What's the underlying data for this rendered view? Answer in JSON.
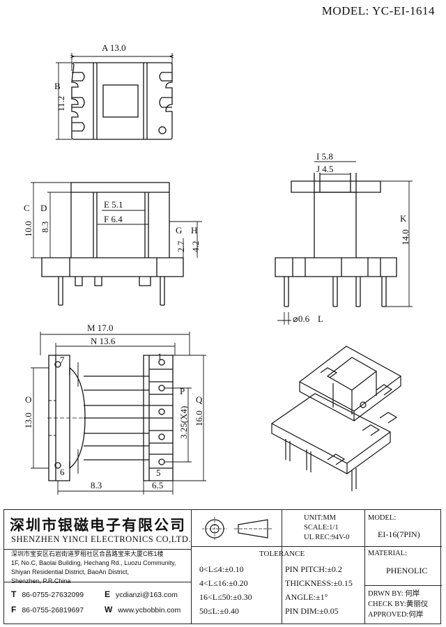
{
  "model": "MODEL: YC-EI-1614",
  "dims": {
    "A": "A 13.0",
    "B": "B",
    "B_val": "11.2",
    "C": "C",
    "C_val": "10.0",
    "D": "D",
    "D_val": "8.3",
    "E": "E 5.1",
    "F": "F 6.4",
    "G": "G",
    "G_val": "2.7",
    "H": "H",
    "H_val": "4.2",
    "I": "I 5.8",
    "J": "J 4.5",
    "K": "K",
    "K_val": "14.0",
    "L_val": "⌀0.6",
    "L": "L",
    "M": "M 17.0",
    "N": "N 13.6",
    "O": "O",
    "O_val": "13.0",
    "P": "P",
    "P_val": "3.25(X4)",
    "Q": "Q",
    "Q_val": "16.0",
    "bottom_left": "8.3",
    "bottom_right": "6.5",
    "pin1": "1",
    "pin5": "5",
    "pin6": "6",
    "pin7": "7"
  },
  "titleblock": {
    "company_cn": "深圳市银磁电子有限公司",
    "company_en": "SHENZHEN YINCI ELECTRONICS CO,LTD.",
    "address_lines": [
      "深圳市宝安区石岩街道罗租社区合昌路宝来大厦C栋1楼",
      "1F, No.C, Baolai Building, Hechang Rd., Luozu Community,",
      "Shiyan Residential District, BaoAn District,",
      "Shenzhen, P.R.China"
    ],
    "tel_label": "T",
    "tel": "86-0755-27632099",
    "fax_label": "F",
    "fax": "86-0755-26819697",
    "email_label": "E",
    "email": "ycdianzi@163.com",
    "web_label": "W",
    "web": "www.ycbobbin.com",
    "unit": "UNIT:MM",
    "scale": "SCALE:1/1",
    "ul": "UL REC:94V-0",
    "model_label": "MODEL:",
    "model_value": "EI-16(7PIN)",
    "tolerance_title": "TOLERANCE",
    "tol_rows": [
      "0<L≤4:±0.10",
      "4<L≤16:±0.20",
      "16<L≤50:±0.30",
      "50≤L:±0.40"
    ],
    "tol_right": [
      "PIN PITCH:±0.2",
      "THICKNESS:±0.15",
      "ANGLE:±1°",
      "PIN DIM:±0.05"
    ],
    "material_label": "MATERIAL:",
    "material_value": "PHENOLIC",
    "drwn": "DRWN BY: 何岸",
    "check": "CHECK BY:黄丽仪",
    "approved": "APPROVED:何岸"
  }
}
